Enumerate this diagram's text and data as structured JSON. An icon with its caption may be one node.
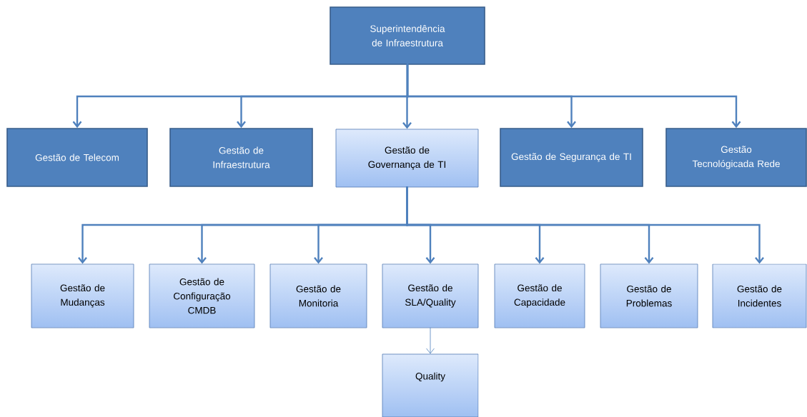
{
  "diagram": {
    "nodes": [
      {
        "text": [
          "Superintendência de Infraestrutura"
        ]
      },
      {
        "text": [
          "Gestão de Telecom"
        ]
      },
      {
        "text": [
          "Gestão de Infraestrutura"
        ]
      },
      {
        "text": [
          "Gestão de Governança de TI"
        ]
      },
      {
        "text": [
          "Gestão de Segurança de TI"
        ]
      },
      {
        "text": [
          "Gestão Tecnológicada Rede"
        ]
      },
      {
        "text": [
          "Gestão de Mudanças"
        ]
      },
      {
        "text": [
          "Gestão de Configuração CMDB"
        ]
      },
      {
        "text": [
          "Gestão de Monitoria"
        ]
      },
      {
        "text": [
          "Gestão de SLA/Quality"
        ]
      },
      {
        "text": [
          "Gestão de Capacidade"
        ]
      },
      {
        "text": [
          "Gestão de Problemas"
        ]
      },
      {
        "text": [
          "Gestão de Incidentes"
        ]
      },
      {
        "text": [
          "Quality"
        ]
      }
    ],
    "edges": [
      {
        "from": 0,
        "to": 1,
        "arrow": "to"
      },
      {
        "from": 0,
        "to": 2,
        "arrow": "to"
      },
      {
        "from": 0,
        "to": 3,
        "arrow": "to"
      },
      {
        "from": 0,
        "to": 4,
        "arrow": "to"
      },
      {
        "from": 0,
        "to": 5,
        "arrow": "to"
      },
      {
        "from": 3,
        "to": 6,
        "arrow": "to"
      },
      {
        "from": 3,
        "to": 7,
        "arrow": "to"
      },
      {
        "from": 3,
        "to": 8,
        "arrow": "to"
      },
      {
        "from": 3,
        "to": 9,
        "arrow": "to"
      },
      {
        "from": 3,
        "to": 10,
        "arrow": "to"
      },
      {
        "from": 3,
        "to": 11,
        "arrow": "to"
      },
      {
        "from": 3,
        "to": 12,
        "arrow": "to"
      },
      {
        "from": 9,
        "to": 13,
        "arrow": "to"
      }
    ]
  }
}
